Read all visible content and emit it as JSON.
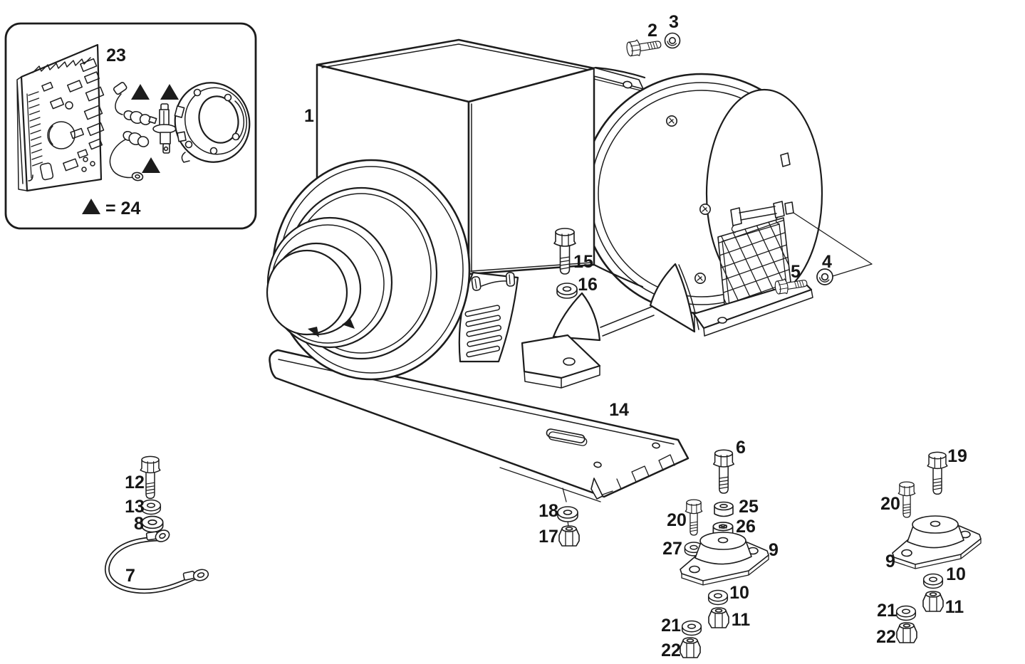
{
  "document": {
    "type": "exploded-parts-diagram",
    "subject": "generator-alternator-assembly"
  },
  "colors": {
    "ink": "#1c1c1c",
    "paper": "#ffffff"
  },
  "inset": {
    "board_callout": "23",
    "legend": "= 24"
  },
  "callouts": [
    {
      "part": "1"
    },
    {
      "part": "2"
    },
    {
      "part": "3"
    },
    {
      "part": "5"
    },
    {
      "part": "4"
    },
    {
      "part": "15"
    },
    {
      "part": "16"
    },
    {
      "part": "14"
    },
    {
      "part": "18"
    },
    {
      "part": "17"
    },
    {
      "part": "12"
    },
    {
      "part": "13"
    },
    {
      "part": "8"
    },
    {
      "part": "7"
    },
    {
      "part": "6"
    },
    {
      "part": "25"
    },
    {
      "part": "26"
    },
    {
      "part": "20"
    },
    {
      "part": "27"
    },
    {
      "part": "9"
    },
    {
      "part": "10"
    },
    {
      "part": "11"
    },
    {
      "part": "21"
    },
    {
      "part": "22"
    },
    {
      "part": "19"
    },
    {
      "part": "20"
    },
    {
      "part": "9"
    },
    {
      "part": "10"
    },
    {
      "part": "11"
    },
    {
      "part": "21"
    },
    {
      "part": "22"
    }
  ]
}
